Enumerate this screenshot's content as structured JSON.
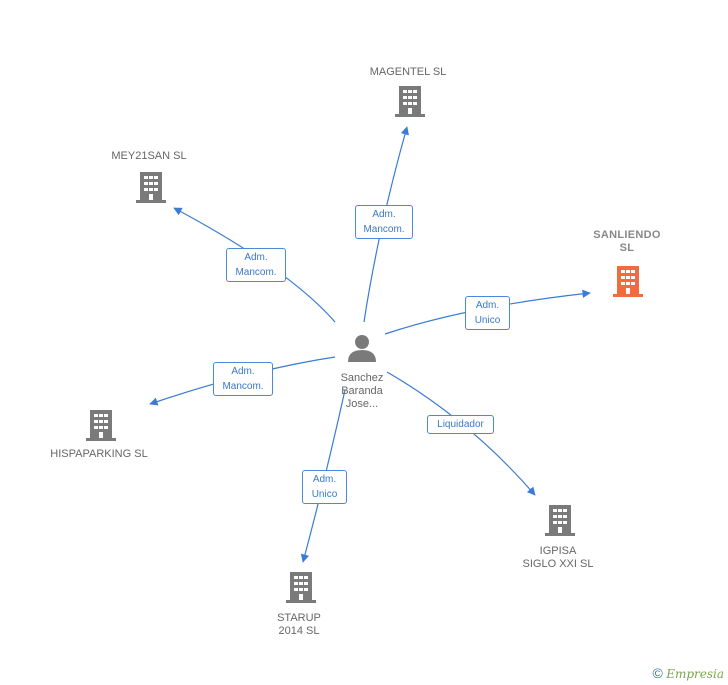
{
  "center": {
    "name": "Sanchez\nBaranda\nJose..."
  },
  "companies": {
    "magentel": {
      "name": "MAGENTEL SL"
    },
    "mey21san": {
      "name": "MEY21SAN SL"
    },
    "sanliendo": {
      "name": "SANLIENDO\nSL"
    },
    "hispaparking": {
      "name": "HISPAPARKING SL"
    },
    "igpisa": {
      "name": "IGPISA\nSIGLO XXI SL"
    },
    "starup": {
      "name": "STARUP\n2014  SL"
    }
  },
  "relations": {
    "magentel": "Adm.\nMancom.",
    "mey21san": "Adm.\nMancom.",
    "sanliendo": "Adm.\nUnico",
    "hispaparking": "Adm.\nMancom.",
    "igpisa": "Liquidador",
    "starup": "Adm.\nUnico"
  },
  "colors": {
    "edge": "#3a7bd5",
    "building": "#7a7a7a",
    "highlight": "#f26a3d",
    "person": "#7a7a7a"
  },
  "footer": {
    "copyright": "©",
    "brand": "Empresia"
  }
}
